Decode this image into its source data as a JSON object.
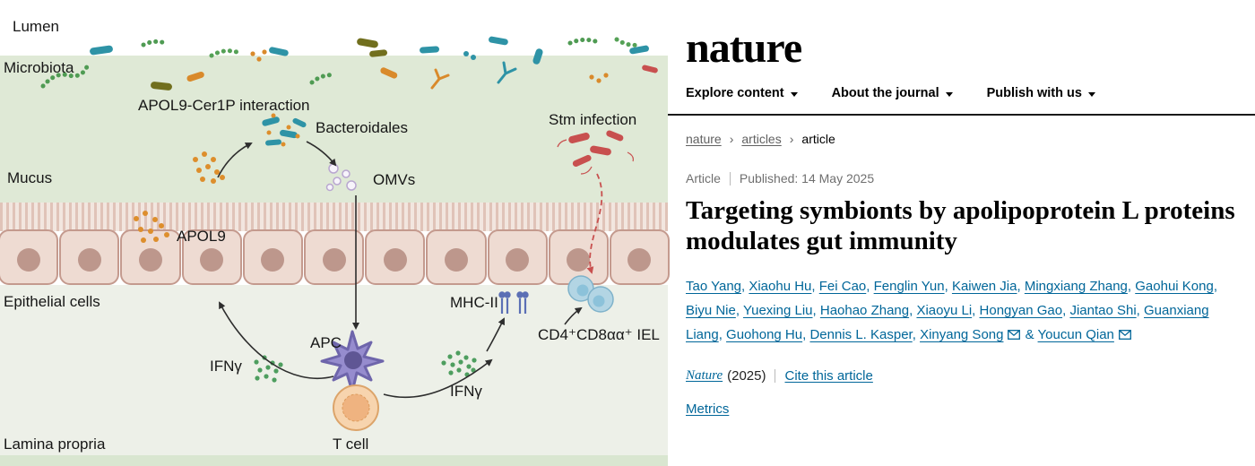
{
  "colors": {
    "mucus_green": "#dfe9d6",
    "lamina_gray_green": "#edf0e8",
    "cell_fill": "#eedbd2",
    "cell_border": "#c49a8e",
    "nucleus": "#bd978c",
    "apol9_orange": "#dd8e2c",
    "bacteroidales_teal": "#2e93a6",
    "stm_red": "#c8504f",
    "ifng_green": "#4e9e5f",
    "apc_purple": "#968cce",
    "tcell_orange": "#f7d4ae",
    "iel_blue": "#b3d5e4",
    "mhc_blue": "#5b6fb5",
    "link_blue": "#006699",
    "gray_text": "#6f6f6f"
  },
  "figure": {
    "labels": {
      "lumen": "Lumen",
      "microbiota": "Microbiota",
      "apol9_cer1p": "APOL9-Cer1P interaction",
      "bacteroidales": "Bacteroidales",
      "omvs": "OMVs",
      "stm": "Stm infection",
      "mucus": "Mucus",
      "apol9": "APOL9",
      "epithelial": "Epithelial cells",
      "mhc2": "MHC-II",
      "iel": "CD4⁺CD8αα⁺ IEL",
      "ifng_left": "IFNγ",
      "apc": "APC",
      "ifng_right": "IFNγ",
      "tcell": "T cell",
      "lamina": "Lamina propria"
    }
  },
  "header": {
    "logo": "nature",
    "nav": [
      {
        "label": "Explore content"
      },
      {
        "label": "About the journal"
      },
      {
        "label": "Publish with us"
      }
    ]
  },
  "breadcrumb": {
    "items": [
      "nature",
      "articles",
      "article"
    ],
    "separator": "›"
  },
  "article": {
    "type_label": "Article",
    "published": "Published: 14 May 2025",
    "title": "Targeting symbionts by apolipoprotein L proteins modulates gut immunity",
    "journal": "Nature",
    "year": "(2025)",
    "cite": "Cite this article",
    "metrics": "Metrics"
  },
  "authors_meta": {
    "separator": ", ",
    "last_separator": " & "
  },
  "authors": [
    {
      "name": "Tao Yang"
    },
    {
      "name": "Xiaohu Hu"
    },
    {
      "name": "Fei Cao"
    },
    {
      "name": "Fenglin Yun"
    },
    {
      "name": "Kaiwen Jia"
    },
    {
      "name": "Mingxiang Zhang"
    },
    {
      "name": "Gaohui Kong"
    },
    {
      "name": "Biyu Nie"
    },
    {
      "name": "Yuexing Liu"
    },
    {
      "name": "Haohao Zhang"
    },
    {
      "name": "Xiaoyu Li"
    },
    {
      "name": "Hongyan Gao"
    },
    {
      "name": "Jiantao Shi"
    },
    {
      "name": "Guanxiang Liang"
    },
    {
      "name": "Guohong Hu"
    },
    {
      "name": "Dennis L. Kasper"
    },
    {
      "name": "Xinyang Song",
      "email": true
    },
    {
      "name": "Youcun Qian",
      "email": true
    }
  ]
}
